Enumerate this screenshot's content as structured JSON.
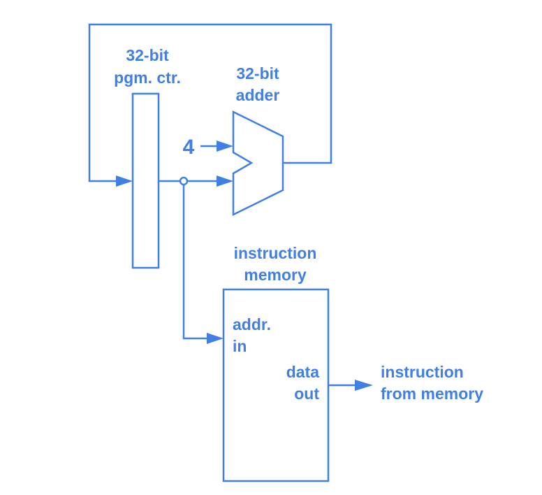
{
  "diagram": {
    "accent_color": "#3f7fe6",
    "pc": {
      "line1": "32-bit",
      "line2": "pgm. ctr."
    },
    "adder": {
      "line1": "32-bit",
      "line2": "adder"
    },
    "constant": "4",
    "memory": {
      "title_line1": "instruction",
      "title_line2": "memory",
      "addr_line1": "addr.",
      "addr_line2": "in",
      "data_line1": "data",
      "data_line2": "out"
    },
    "output": {
      "line1": "instruction",
      "line2": "from memory"
    }
  }
}
